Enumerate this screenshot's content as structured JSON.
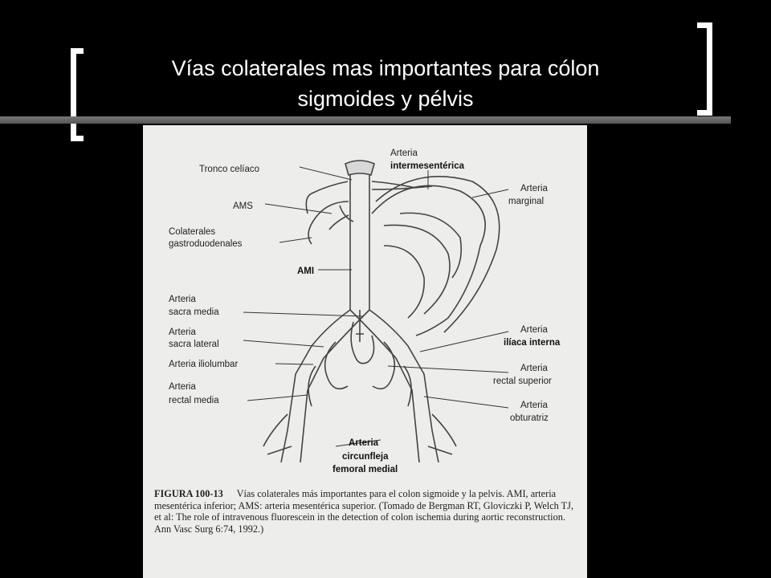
{
  "slide": {
    "title_line1": "Vías colaterales mas importantes para cólon",
    "title_line2": "sigmoides y pélvis"
  },
  "figure": {
    "labels_left": {
      "tronco_celiaco": "Tronco celíaco",
      "ams": "AMS",
      "colaterales_1": "Colaterales",
      "colaterales_2": "gastroduodenales",
      "ami": "AMI",
      "sacra_media_1": "Arteria",
      "sacra_media_2": "sacra media",
      "sacra_lateral_1": "Arteria",
      "sacra_lateral_2": "sacra lateral",
      "iliolumbar": "Arteria iliolumbar",
      "rectal_media_1": "Arteria",
      "rectal_media_2": "rectal media"
    },
    "labels_right": {
      "intermesenterica_1": "Arteria",
      "intermesenterica_2": "intermesentérica",
      "marginal_1": "Arteria",
      "marginal_2": "marginal",
      "iliaca_interna_1": "Arteria",
      "iliaca_interna_2": "ilíaca interna",
      "rectal_superior_1": "Arteria",
      "rectal_superior_2": "rectal superior",
      "obturatriz_1": "Arteria",
      "obturatriz_2": "obturatriz"
    },
    "labels_bottom": {
      "circunfleja_1": "Arteria",
      "circunfleja_2": "circunfleja",
      "circunfleja_3": "femoral medial"
    },
    "caption_number": "FIGURA 100-13",
    "caption_text": "Vías colaterales más importantes para el colon sigmoide y la pelvis. AMI, arteria mesentérica inferior; AMS: arteria mesentérica superior. (Tomado de Bergman RT, Gloviczki P, Welch TJ, et al: The role of intravenous fluorescein in the detection of colon ischemia during aortic reconstruction. Ann Vasc Surg 6:74, 1992.)"
  }
}
